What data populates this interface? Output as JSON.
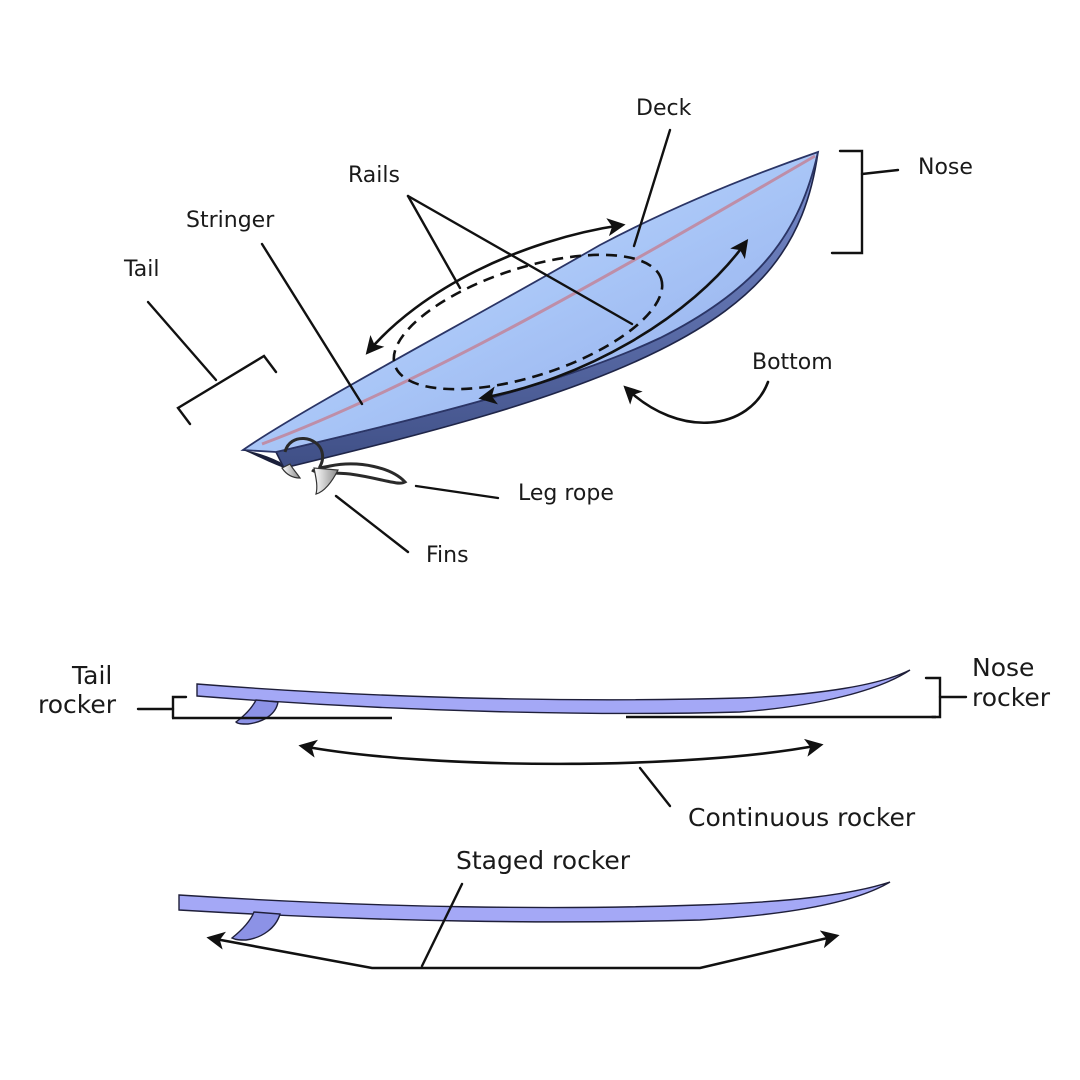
{
  "labels": {
    "deck": "Deck",
    "nose": "Nose",
    "rails": "Rails",
    "stringer": "Stringer",
    "tail": "Tail",
    "bottom": "Bottom",
    "leg_rope": "Leg rope",
    "fins": "Fins",
    "tail_rocker_line1": "Tail",
    "tail_rocker_line2": "rocker",
    "nose_rocker_line1": "Nose",
    "nose_rocker_line2": "rocker",
    "continuous_rocker": "Continuous rocker",
    "staged_rocker": "Staged rocker"
  },
  "colors": {
    "board_deck": "#b9cdf0",
    "board_deck_light": "#a8c8ff",
    "board_bottom": "#5d6fa8",
    "stringer": "#c2849a",
    "profile_fill": "#a4a8f6",
    "fin": "#8c92e6",
    "ink": "#111111"
  }
}
